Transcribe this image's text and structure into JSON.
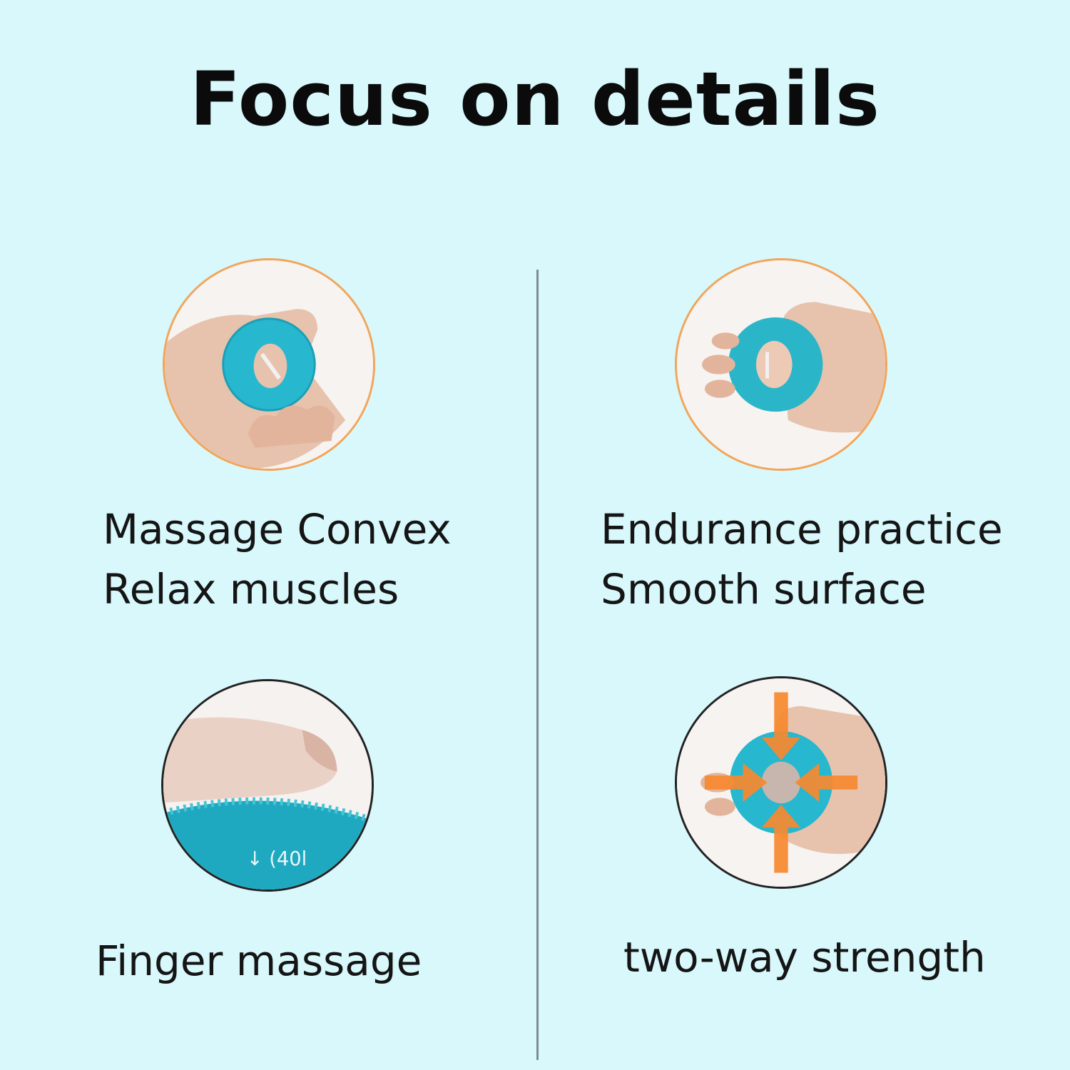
{
  "heading": "Focus on details",
  "features": [
    {
      "lines": [
        "Massage Convex",
        "Relax muscles"
      ]
    },
    {
      "lines": [
        "Endurance practice",
        "Smooth surface"
      ]
    },
    {
      "lines": [
        "Finger massage"
      ],
      "photo_text": "↓ (40l"
    },
    {
      "lines": [
        "two-way strength"
      ]
    }
  ],
  "colors": {
    "background": "#d8f8fb",
    "accent_orange": "#f2a55a",
    "grip_teal": "#27b7cf",
    "arrow_orange": "#f7892f"
  }
}
